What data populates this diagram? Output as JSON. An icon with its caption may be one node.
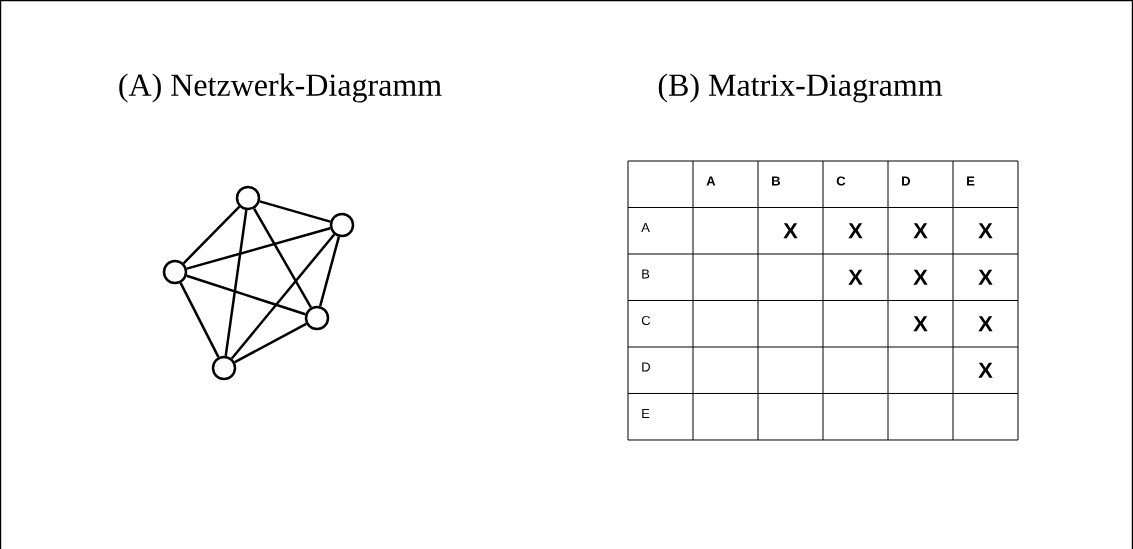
{
  "diagram": {
    "nodes": [
      {
        "text": [],
        "shape": "circle"
      },
      {
        "text": [],
        "shape": "circle"
      },
      {
        "text": [],
        "shape": "circle"
      },
      {
        "text": [],
        "shape": "circle"
      },
      {
        "text": [],
        "shape": "circle"
      }
    ],
    "edges": [
      {
        "from": 0,
        "to": 1,
        "arrow": "none"
      },
      {
        "from": 0,
        "to": 2,
        "arrow": "none"
      },
      {
        "from": 0,
        "to": 3,
        "arrow": "none"
      },
      {
        "from": 0,
        "to": 4,
        "arrow": "none"
      },
      {
        "from": 1,
        "to": 2,
        "arrow": "none"
      },
      {
        "from": 1,
        "to": 3,
        "arrow": "none"
      },
      {
        "from": 1,
        "to": 4,
        "arrow": "none"
      },
      {
        "from": 2,
        "to": 3,
        "arrow": "none"
      },
      {
        "from": 2,
        "to": 4,
        "arrow": "none"
      },
      {
        "from": 3,
        "to": 4,
        "arrow": "none"
      }
    ],
    "labels": [
      "(A) Netzwerk-Diagramm",
      "(B) Matrix-Diagramm",
      "A",
      "B",
      "C",
      "D",
      "E",
      "A",
      "X",
      "X",
      "X",
      "X",
      "B",
      "X",
      "X",
      "X",
      "C",
      "X",
      "X",
      "D",
      "X",
      "E"
    ]
  }
}
